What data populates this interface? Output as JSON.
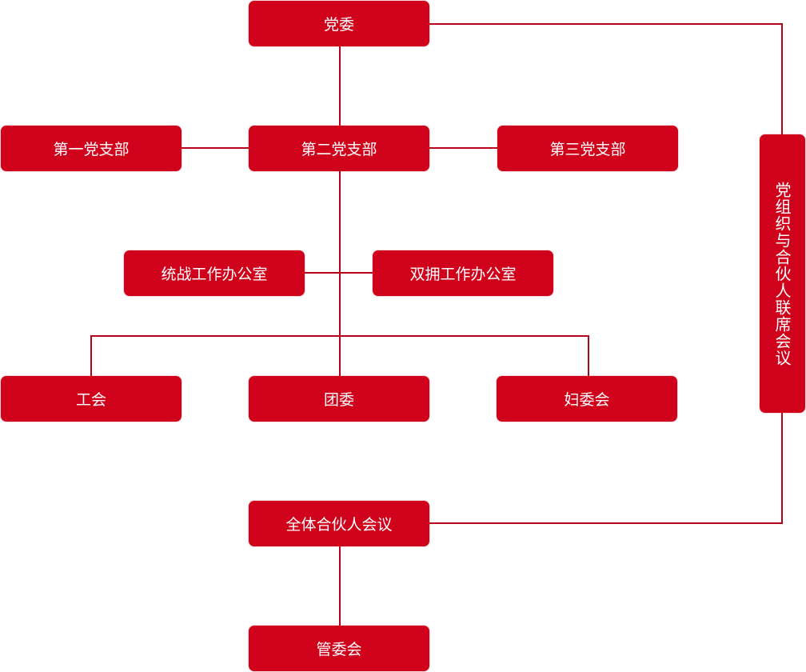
{
  "colors": {
    "node_fill": "#d0021b",
    "node_text": "#ffffff",
    "connector": "#b8001a"
  },
  "nodes": {
    "party_committee": "党委",
    "branch_1": "第一党支部",
    "branch_2": "第二党支部",
    "branch_3": "第三党支部",
    "united_front_office": "统战工作办公室",
    "double_support_office": "双拥工作办公室",
    "trade_union": "工会",
    "youth_league": "团委",
    "women_committee": "妇委会",
    "partners_meeting": "全体合伙人会议",
    "management_committee": "管委会",
    "joint_meeting": "党组织与合伙人联席会议"
  }
}
